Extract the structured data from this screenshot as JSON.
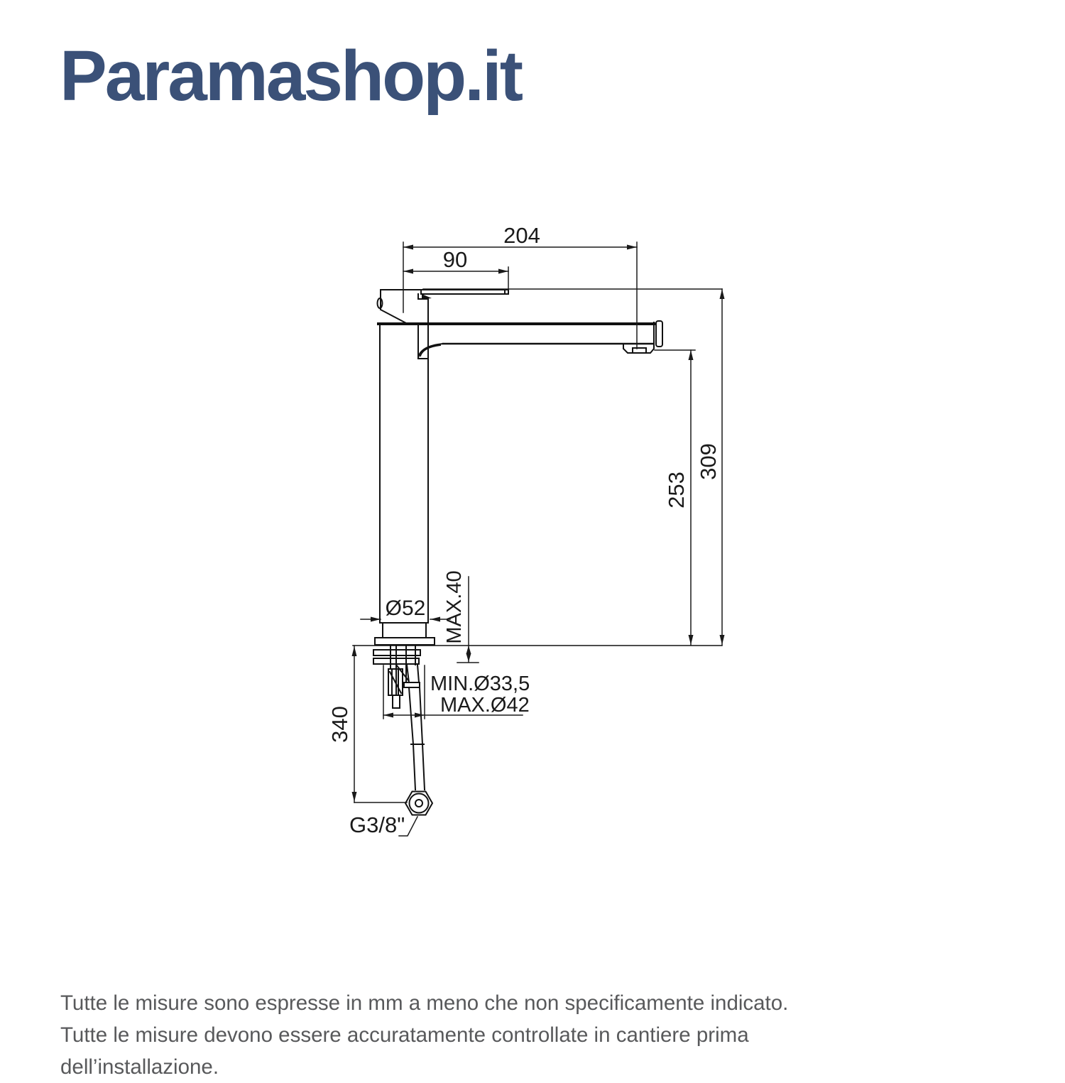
{
  "brand": {
    "logo_text": "Paramashop.it",
    "logo_color": "#3b5178"
  },
  "drawing": {
    "type": "technical-drawing",
    "subject": "Tall single-lever basin mixer tap, side elevation with installation dimensions",
    "units": "mm",
    "dims": {
      "spout_reach": "204",
      "handle_length": "90",
      "overall_height": "309",
      "spout_height": "253",
      "body_diameter": "Ø52",
      "deck_thickness_max": "MAX.40",
      "hose_length": "340",
      "hole_min": "MIN.Ø33,5",
      "hole_max": "MAX.Ø42",
      "supply_connection": "G3/8\""
    }
  },
  "footer": {
    "line1": "Tutte le misure sono espresse in mm a meno che non specificamente indicato.",
    "line2": "Tutte le misure devono essere accuratamente controllate in cantiere prima dell’installazione."
  }
}
